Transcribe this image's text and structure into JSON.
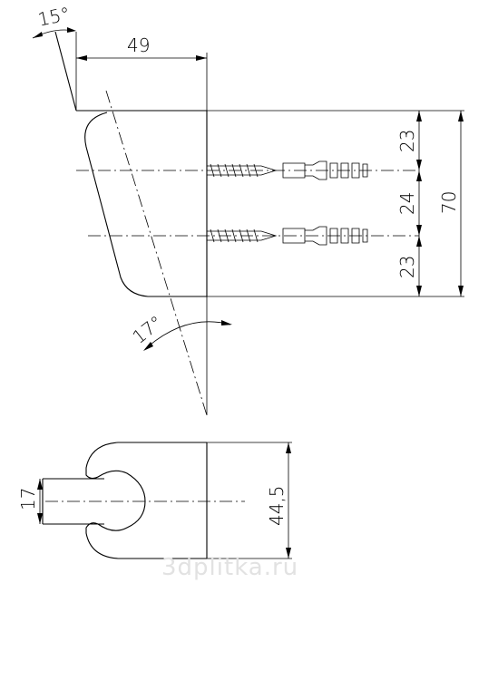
{
  "dimensions": {
    "angle_top": "15°",
    "width_top": "49",
    "height_upper": "23",
    "height_middle": "24",
    "height_lower": "23",
    "height_total": "70",
    "angle_bottom": "17°",
    "pipe_diameter": "17",
    "base_width": "44,5"
  },
  "watermark": "3dplitka.ru"
}
